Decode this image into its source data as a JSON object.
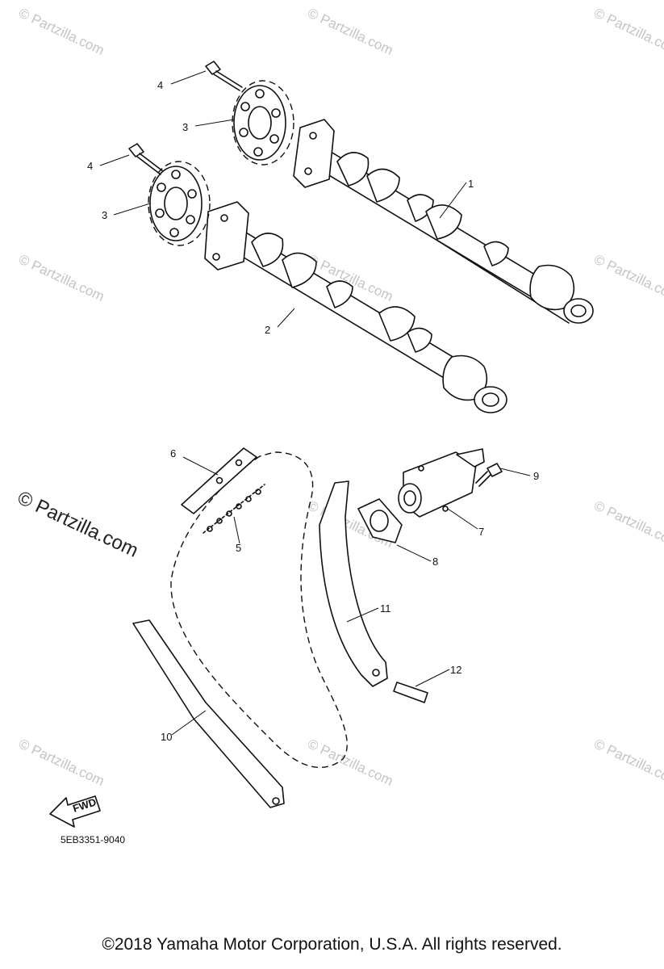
{
  "watermark": {
    "text": "© Partzilla.com"
  },
  "callouts": [
    "1",
    "2",
    "3",
    "3",
    "4",
    "4",
    "5",
    "6",
    "7",
    "8",
    "9",
    "10",
    "11",
    "12"
  ],
  "direction_label": "FWD",
  "diagram_code": "5EB3351-9040",
  "copyright": "©2018  Yamaha Motor Corporation, U.S.A. All rights reserved."
}
